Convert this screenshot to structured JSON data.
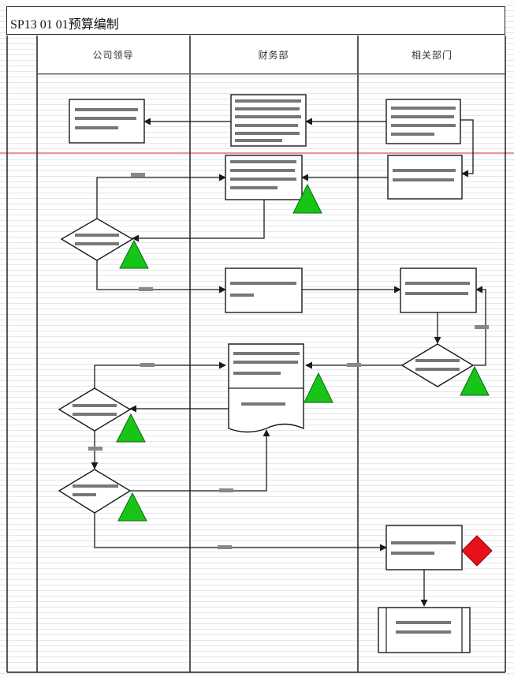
{
  "title": "SP13 01 01预算编制",
  "lanes": [
    "公司领导",
    "财务部",
    "相关部门"
  ],
  "colors": {
    "control_triangle": "#17c417",
    "risk_diamond": "#e8101a",
    "separator_line": "#d03030",
    "row_stripe": "#e3e6ef"
  },
  "icons": {
    "control_point": "green-triangle-icon",
    "risk_point": "red-diamond-icon"
  }
}
